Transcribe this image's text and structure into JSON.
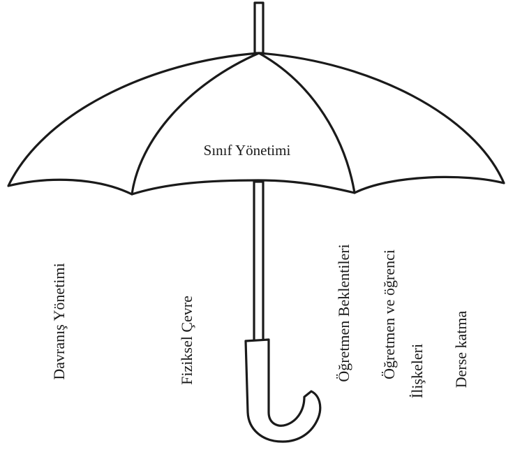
{
  "diagram": {
    "center_label": "Sınıf Yönetimi",
    "components": [
      {
        "id": "behavior",
        "lines": [
          "Davranış Yönetimi"
        ]
      },
      {
        "id": "physical",
        "lines": [
          "Fiziksel Çevre"
        ]
      },
      {
        "id": "expectations",
        "lines": [
          "Öğretmen Beklentileri"
        ]
      },
      {
        "id": "relations",
        "lines": [
          "Öğretmen ve öğrenci",
          "İlişkeleri"
        ]
      },
      {
        "id": "engagement",
        "lines": [
          "Derse katma"
        ]
      }
    ],
    "colors": {
      "ink": "#1a1a1a",
      "background": "#ffffff"
    },
    "icon": "umbrella-icon"
  }
}
